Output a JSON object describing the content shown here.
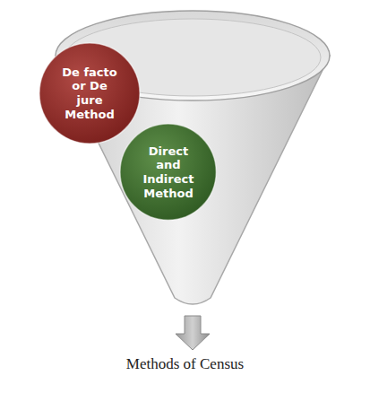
{
  "diagram": {
    "caption": "Methods of Census",
    "nodes": [
      {
        "text": [
          "De facto or De jure Method"
        ]
      },
      {
        "text": [
          "Direct and Indirect Method"
        ]
      }
    ]
  }
}
